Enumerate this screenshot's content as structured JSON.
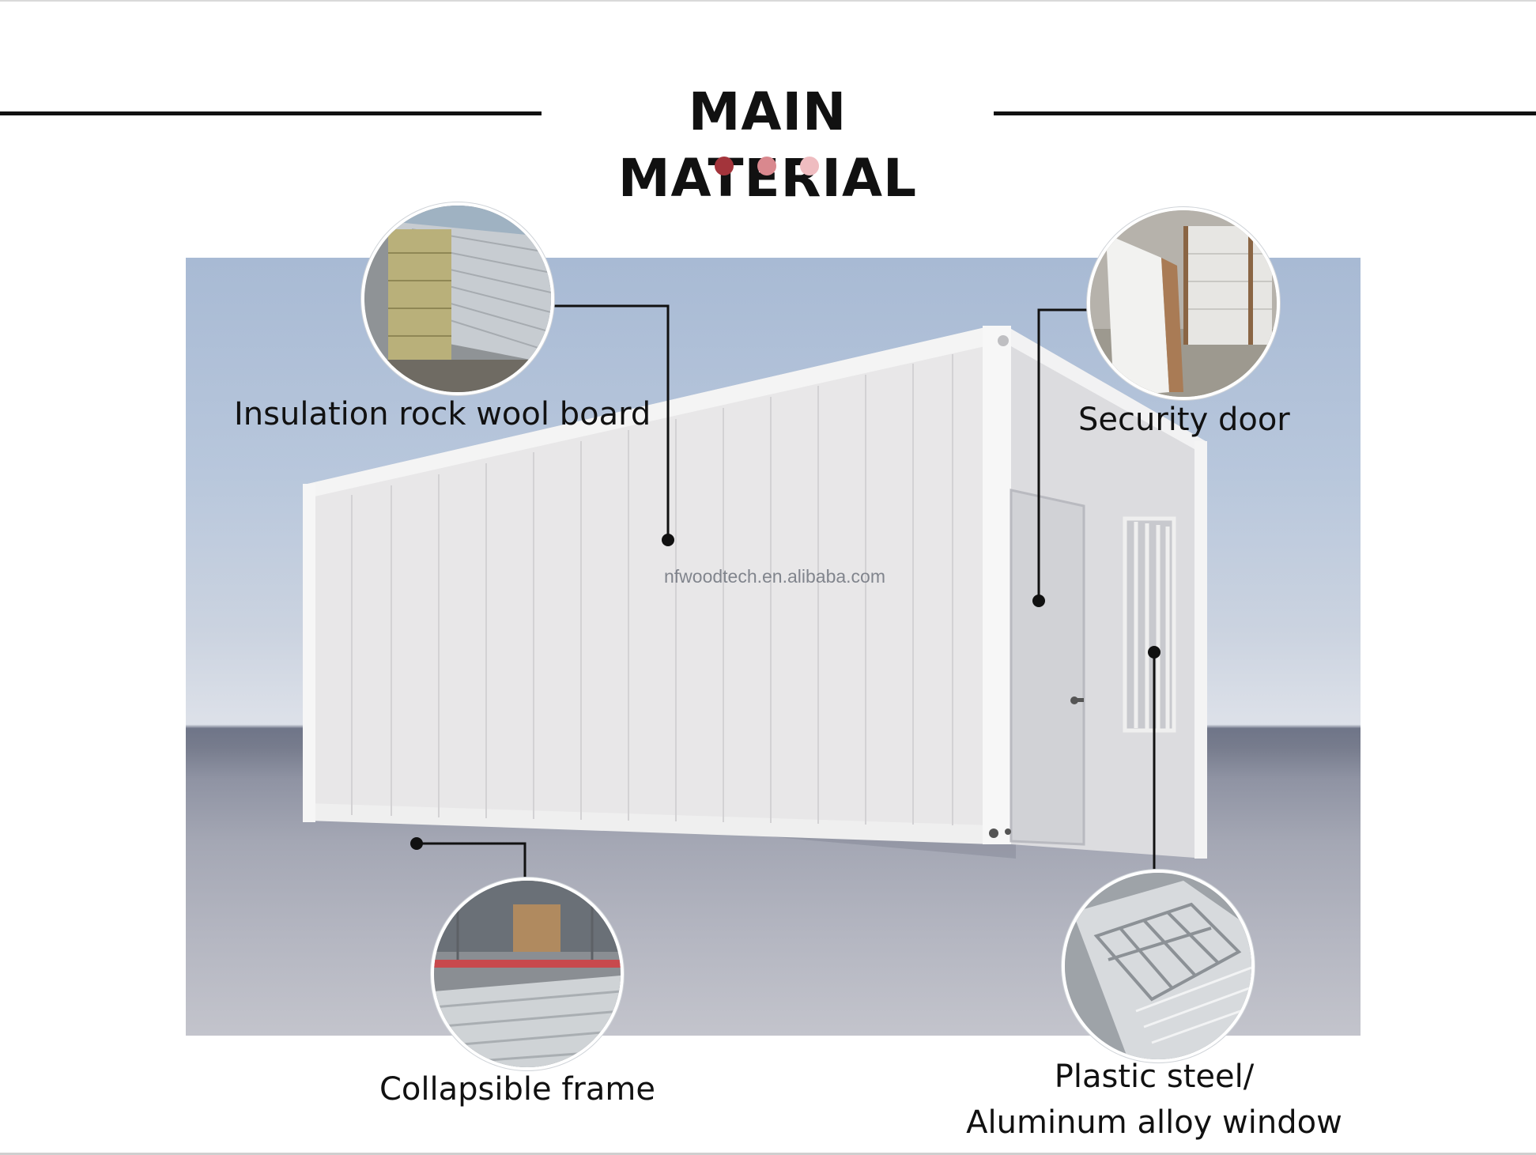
{
  "header": {
    "title": "MAIN MATERIAL",
    "dot_colors": [
      "#a3343b",
      "#d9888e",
      "#efbcc0"
    ]
  },
  "scene": {
    "watermark": "nfwoodtech.en.alibaba.com"
  },
  "materials": {
    "rock_wool": {
      "label": "Insulation rock wool board",
      "icon": "rock-wool-panel-photo"
    },
    "door": {
      "label": "Security door",
      "icon": "security-door-photo"
    },
    "frame": {
      "label": "Collapsible frame",
      "icon": "collapsible-frame-photo"
    },
    "window": {
      "label_line1": "Plastic steel/",
      "label_line2": "Aluminum alloy window",
      "icon": "window-photo"
    }
  },
  "colors": {
    "line": "#111111",
    "container_white": "#eeeeef"
  }
}
